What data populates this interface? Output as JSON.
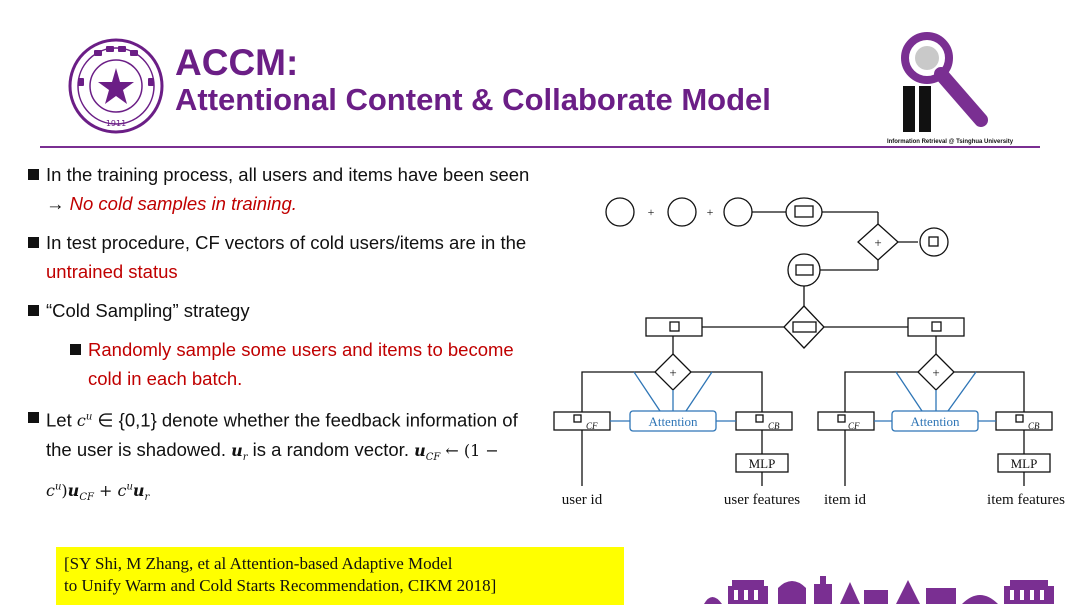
{
  "header": {
    "title_line1": "ACCM:",
    "title_line2": "Attentional Content & Collaborate Model",
    "logo_caption": "Information Retrieval @ Tsinghua University",
    "seal_year": "1911"
  },
  "bullets": {
    "b1_text": "In the training process, all users and items have been seen → ",
    "b1_emph": "No cold samples in training.",
    "b2_text": "In test procedure, CF vectors of cold users/items are in the ",
    "b2_emph": "untrained status",
    "b3_text": "“Cold Sampling” strategy",
    "b3_sub": "Randomly sample some users and items to become cold in each batch.",
    "b4_pre": "Let ",
    "b4_set": " ∈ {0,1} denote whether the feedback information of the user is shadowed. ",
    "b4_mid": " is a random vector. "
  },
  "citation": {
    "line1": "[SY Shi, M Zhang, et al Attention-based Adaptive Model",
    "line2": "to Unify Warm and Cold Starts Recommendation, CIKM 2018]"
  },
  "diagram": {
    "plus": "+",
    "attention_label": "Attention",
    "mlp_label": "MLP",
    "user_id": "user id",
    "user_features": "user features",
    "item_id": "item id",
    "item_features": "item features",
    "sub_cf": "CF",
    "sub_cb": "CB",
    "accent_color": "#2e75b6"
  },
  "colors": {
    "title": "#6b1e86",
    "emphasis": "#c00000",
    "citation_bg": "#ffff00"
  }
}
